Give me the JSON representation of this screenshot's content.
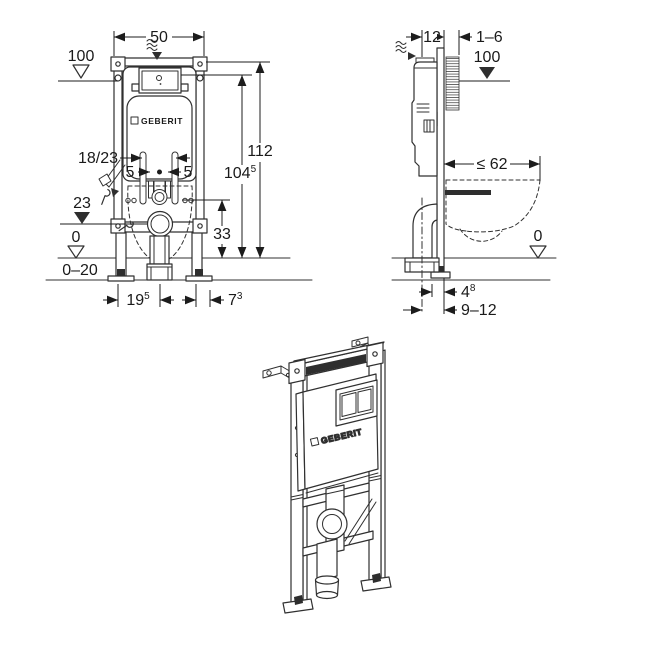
{
  "front_view": {
    "logo": "GEBERIT",
    "dims": {
      "frame_width": "50",
      "level_100": "100",
      "bolt_spacing": "18/23",
      "rod_left": "5",
      "rod_right": "5",
      "level_outlet": "23",
      "height_total": "112",
      "height_actuation": {
        "value": "104",
        "sup": "5"
      },
      "height_outlet": "33",
      "level_floor": "0",
      "floor_buildup": "0–20",
      "foot_to_outlet": {
        "value": "19",
        "sup": "5"
      },
      "leg_offset": {
        "value": "7",
        "sup": "3"
      }
    }
  },
  "side_view": {
    "dims": {
      "frame_depth": "12",
      "wall_lining": "1–6",
      "level_100": "100",
      "pan_depth_max": "≤ 62",
      "level_floor": "0",
      "outlet_to_wall": {
        "value": "4",
        "sup": "8"
      },
      "outlet_range": "9–12"
    }
  },
  "iso_view": {
    "logo": "GEBERIT"
  }
}
